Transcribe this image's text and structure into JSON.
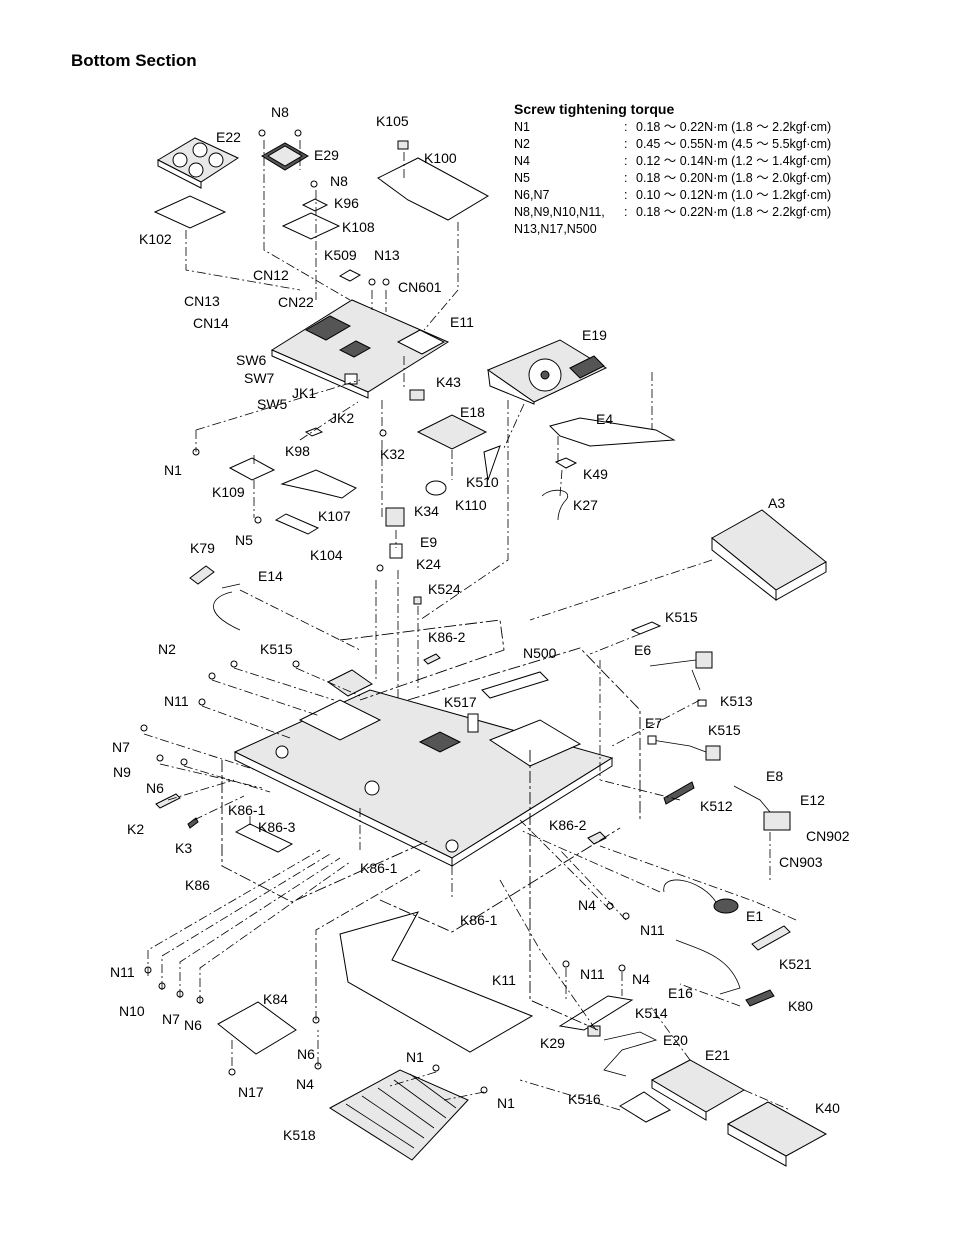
{
  "title": "Bottom Section",
  "torque": {
    "heading": "Screw tightening torque",
    "rows": [
      {
        "screw": "N1",
        "value": "0.18 ～ 0.22N·m (1.8 ～ 2.2kgf·cm)"
      },
      {
        "screw": "N2",
        "value": "0.45 ～ 0.55N·m (4.5 ～ 5.5kgf·cm)"
      },
      {
        "screw": "N4",
        "value": "0.12 ～ 0.14N·m (1.2 ～ 1.4kgf·cm)"
      },
      {
        "screw": "N5",
        "value": "0.18 ～ 0.20N·m (1.8 ～ 2.0kgf·cm)"
      },
      {
        "screw": "N6,N7",
        "value": "0.10 ～ 0.12N·m (1.0 ～ 1.2kgf·cm)"
      },
      {
        "screw": "N8,N9,N10,N11,",
        "value": "0.18 ～ 0.22N·m (1.8 ～ 2.2kgf·cm)"
      }
    ],
    "continuation": "N13,N17,N500"
  },
  "part_labels": [
    "N8",
    "E22",
    "E29",
    "K105",
    "K100",
    "N8",
    "K96",
    "K108",
    "K102",
    "K509",
    "N13",
    "CN12",
    "CN601",
    "CN13",
    "CN22",
    "CN14",
    "E11",
    "E19",
    "SW6",
    "SW7",
    "JK1",
    "SW5",
    "K43",
    "JK2",
    "E18",
    "E4",
    "K98",
    "K32",
    "N1",
    "K510",
    "K49",
    "K109",
    "K110",
    "K27",
    "K107",
    "K34",
    "N5",
    "A3",
    "E9",
    "K104",
    "K24",
    "K79",
    "E14",
    "K524",
    "K86-2",
    "K515",
    "N500",
    "N2",
    "K515",
    "E6",
    "N11",
    "K517",
    "K513",
    "N7",
    "E7",
    "K515",
    "N9",
    "E8",
    "N6",
    "K512",
    "E12",
    "K86-1",
    "K2",
    "K86-3",
    "K86-2",
    "CN902",
    "K3",
    "CN903",
    "K86-1",
    "K86",
    "N4",
    "E1",
    "N11",
    "K86-1",
    "K521",
    "N11",
    "K11",
    "N11",
    "N4",
    "N10",
    "N7",
    "N6",
    "E16",
    "K80",
    "K84",
    "K514",
    "K29",
    "E20",
    "N6",
    "E21",
    "N1",
    "N4",
    "N17",
    "N1",
    "K516",
    "K40",
    "K518"
  ],
  "icons": [
    "screw-icon",
    "pcb-icon",
    "connector-icon",
    "drive-icon",
    "chassis-icon"
  ]
}
